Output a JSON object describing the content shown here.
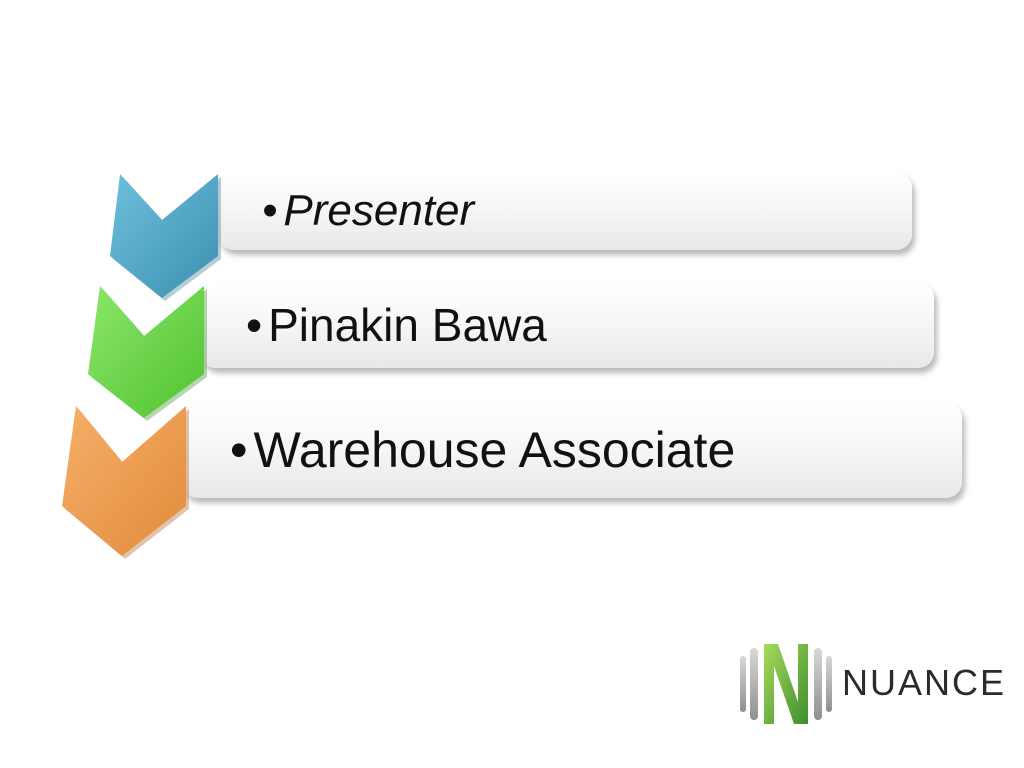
{
  "steps": [
    {
      "label": "Presenter",
      "italic": true,
      "color": "#4BA3C3"
    },
    {
      "label": "Pinakin Bawa",
      "italic": false,
      "color": "#6BD14A"
    },
    {
      "label": "Warehouse Associate",
      "italic": false,
      "color": "#EE9A4D"
    }
  ],
  "bullet": "•",
  "logo": {
    "word": "NUANCE",
    "colors": [
      "#7CC242",
      "#3E8E2E",
      "#B5B5B5"
    ]
  }
}
